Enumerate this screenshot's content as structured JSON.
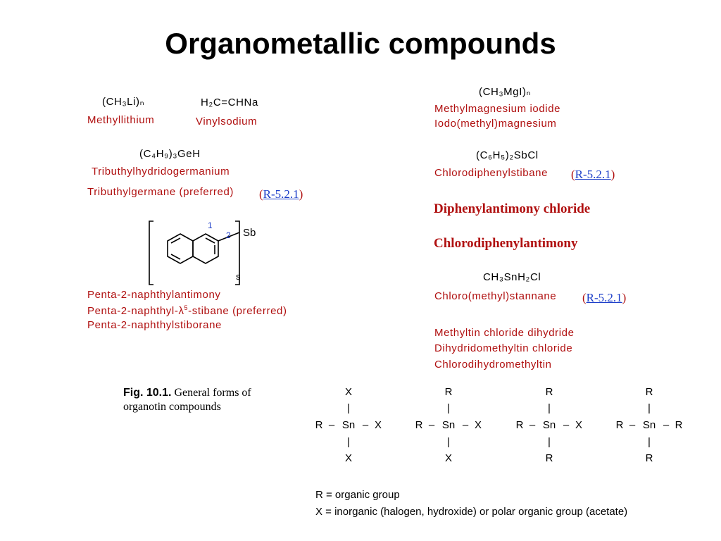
{
  "title": "Organometallic compounds",
  "left": {
    "c1_formula": "(CH₃Li)ₙ",
    "c1_name": "Methyllithium",
    "c2_formula": "H₂C=CHNa",
    "c2_name": "Vinylsodium",
    "c3_formula": "(C₄H₉)₃GeH",
    "c3_name1": "Tributhylhydridogermanium",
    "c3_name2": "Tributhylgermane (preferred)",
    "c3_ref": "R-5.2.1",
    "c4_label_sb": "Sb",
    "c4_label_1": "1",
    "c4_label_2": "2",
    "c4_label_s": "s",
    "c4_name1": "Penta-2-naphthylantimony",
    "c4_name2_pre": "Penta-2-naphthyl-λ",
    "c4_name2_sup": "5",
    "c4_name2_post": "-stibane (preferred)",
    "c4_name3": "Penta-2-naphthylstiborane"
  },
  "right": {
    "c5_formula": "(CH₃MgI)ₙ",
    "c5_name1": "Methylmagnesium iodide",
    "c5_name2": "Iodo(methyl)magnesium",
    "c6_formula": "(C₆H₅)₂SbCl",
    "c6_name": "Chlorodiphenylstibane",
    "c6_ref": "R-5.2.1",
    "c6_alt1": "Diphenylantimony chloride",
    "c6_alt2": "Chlorodiphenylantimony",
    "c7_formula": "CH₃SnH₂Cl",
    "c7_name": "Chloro(methyl)stannane",
    "c7_ref": "R-5.2.1",
    "c7_alt1": "Methyltin chloride dihydride",
    "c7_alt2": "Dihydridomethyltin chloride",
    "c7_alt3": "Chlorodihydromethyltin"
  },
  "figure": {
    "caption_bold": "Fig. 10.1.",
    "caption_rest1": "General forms of",
    "caption_rest2": "organotin compounds",
    "structures": [
      {
        "top": "X",
        "left": "R",
        "center": "Sn",
        "right": "X",
        "bottom": "X"
      },
      {
        "top": "R",
        "left": "R",
        "center": "Sn",
        "right": "X",
        "bottom": "X"
      },
      {
        "top": "R",
        "left": "R",
        "center": "Sn",
        "right": "X",
        "bottom": "R"
      },
      {
        "top": "R",
        "left": "R",
        "center": "Sn",
        "right": "R",
        "bottom": "R"
      }
    ],
    "legend_r": "R = organic group",
    "legend_x": "X = inorganic (halogen, hydroxide) or polar organic group (acetate)"
  }
}
